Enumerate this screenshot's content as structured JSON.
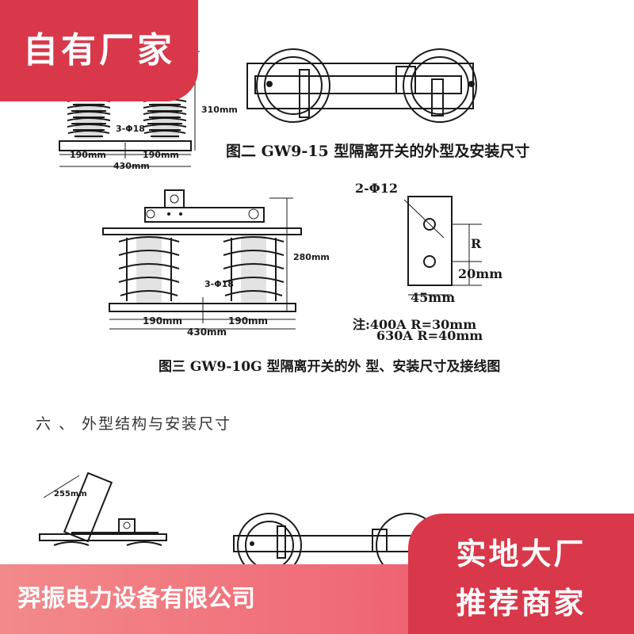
{
  "badge_top": {
    "text": "自有厂家"
  },
  "figure2": {
    "caption": "图二  GW9-15 型隔离开关的外型及安装尺寸",
    "height_label": "310mm",
    "holes_label": "3-Φ18",
    "half_span_left": "190mm",
    "half_span_right": "190mm",
    "total_span": "430mm"
  },
  "figure3": {
    "caption": "图三  GW9-10G 型隔离开关的外 型、安装尺寸及接线图",
    "height_label": "280mm",
    "holes_label": "3-Φ18",
    "half_span_left": "190mm",
    "half_span_right": "190mm",
    "total_span": "430mm"
  },
  "terminal": {
    "holes_label": "2-Φ12",
    "r_label": "R",
    "offset_label": "20mm",
    "width_label": "45mm",
    "note_line1": "注:400A  R=30mm",
    "note_line2": "630A  R=40mm"
  },
  "section_heading": "六 、 外型结构与安装尺寸",
  "figure_bottom": {
    "length_label": "255mm"
  },
  "company_name": "羿振电力设备有限公司",
  "badge_bottom": {
    "line1": "实地大厂",
    "line2": "推荐商家"
  },
  "colors": {
    "badge": "#d8384a",
    "banner_start": "#f28a8a",
    "banner_end": "#e34a62",
    "line": "#1a1a1a"
  }
}
